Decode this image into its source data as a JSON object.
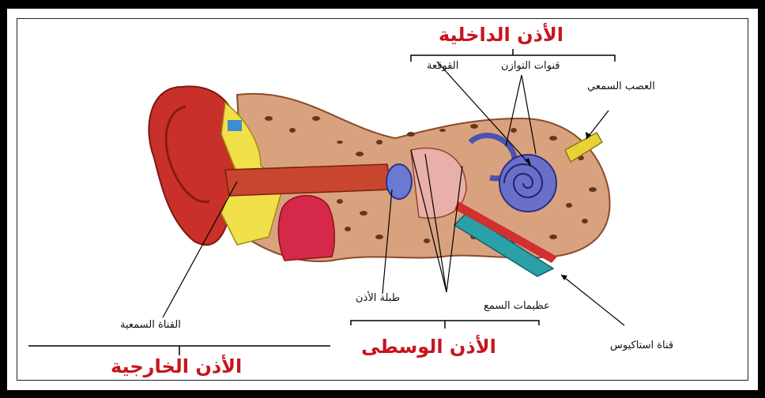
{
  "sections": {
    "inner_ear": "الأذن الداخلية",
    "middle_ear": "الأذن الوسطى",
    "outer_ear": "الأذن الخارجية"
  },
  "labels": {
    "semicircular_canals": "قنوات التوازن",
    "cochlea": "القوقعة",
    "auditory_nerve": "العصب السمعي",
    "ear_canal": "القناة السمعية",
    "eardrum": "طبلة الأذن",
    "ossicles": "عظيمات السمع",
    "eustachian_tube": "قناة استاكيوس"
  },
  "colors": {
    "title_red": "#c8141e",
    "tissue": "#d9a27e",
    "outer_ear_red": "#c9302a",
    "cartilage_yellow": "#f2e04a",
    "cochlea_blue": "#6a6fc8",
    "nerve_yellow": "#e8d23a",
    "tube_teal": "#2aa0a8"
  }
}
